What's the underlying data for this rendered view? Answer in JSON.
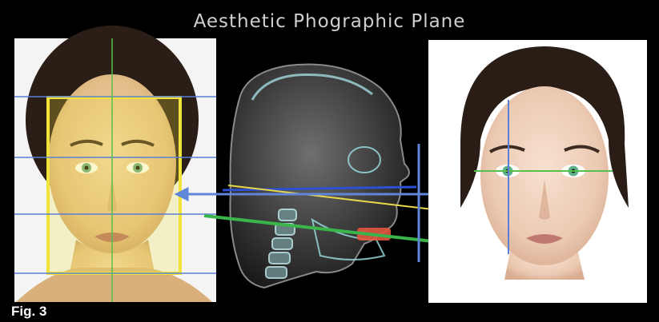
{
  "title": "Aesthetic Phographic Plane",
  "figure_label": "Fig. 3",
  "colors": {
    "background": "#000000",
    "reference_line_blue": "#5b7fd6",
    "reference_line_green": "#55c04a",
    "frame_yellow": "#f2e33a",
    "plane_blue": "#2e4fd0",
    "plane_yellow": "#e8d84a",
    "plane_green": "#39b54a",
    "double_arrow": "#5f86d8"
  },
  "panels": {
    "left": "frontal-face-photo-with-yellow-frame-and-grid",
    "center": "skull-xray-profile-with-reference-planes",
    "right": "frontal-face-photo-with-crosshair"
  },
  "icons": [
    "double-arrow-icon"
  ]
}
